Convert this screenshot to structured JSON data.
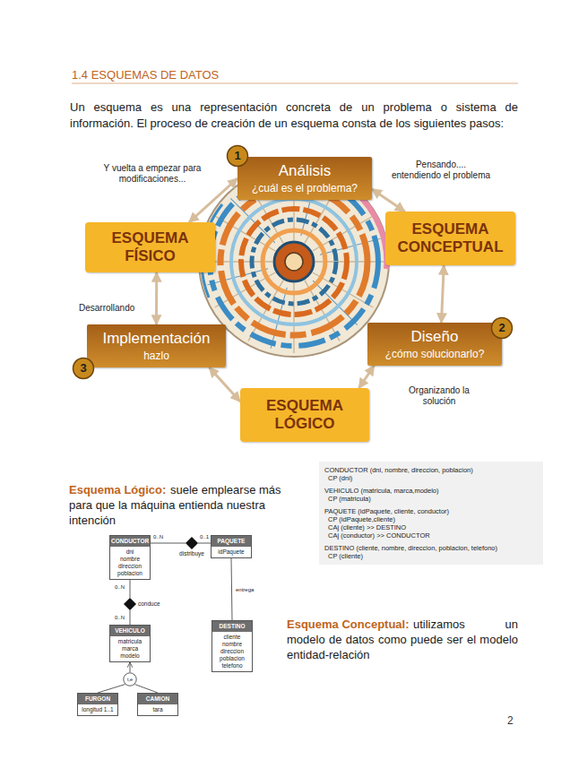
{
  "diagram": {
    "title": "1.4 ESQUEMAS DE DATOS",
    "nodes": [
      {
        "text": [
          "Análisis",
          "¿cuál es el problema?"
        ]
      },
      {
        "text": [
          "1"
        ]
      },
      {
        "text": [
          "ESQUEMA CONCEPTUAL"
        ]
      },
      {
        "text": [
          "ESQUEMA FÍSICO"
        ]
      },
      {
        "text": [
          "Implementación",
          "hazlo"
        ]
      },
      {
        "text": [
          "3"
        ]
      },
      {
        "text": [
          "Diseño",
          "¿cómo solucionarlo?"
        ]
      },
      {
        "text": [
          "2"
        ]
      },
      {
        "text": [
          "ESQUEMA LÓGICO"
        ]
      },
      {
        "text": [
          "CONDUCTOR (dni, nombre, direccion, poblacion)",
          "CP (dni)",
          "VEHICULO (matricula, marca,modelo)",
          "CP (matricula)",
          "PAQUETE (idPaquete, cliente, conductor)",
          "CP (idPaquete,cliente)",
          "CAj (cliente) >> DESTINO",
          "CAj (conductor) >> CONDUCTOR",
          "DESTINO (cliente, nombre, direccion, poblacion, telefono)",
          "CP (cliente)"
        ]
      },
      {
        "text": [
          "CONDUCTOR",
          "dni nombre direccion poblacion"
        ]
      },
      {
        "text": [
          "distribuye"
        ]
      },
      {
        "text": [
          "PAQUETE",
          "idPaquete"
        ]
      },
      {
        "text": [
          "conduce"
        ]
      },
      {
        "text": [
          "VEHICULO",
          "matricula marca modelo"
        ]
      },
      {
        "text": [
          "DESTINO",
          "cliente nombre direccion poblacion telefono"
        ]
      },
      {
        "text": [
          "t,e"
        ]
      },
      {
        "text": [
          "FURGON",
          "longitud 1..1"
        ]
      },
      {
        "text": [
          "CAMION",
          "tara"
        ]
      }
    ],
    "edges": [
      {
        "from": 0,
        "to": 2,
        "arrow": "both"
      },
      {
        "from": 2,
        "to": 6,
        "arrow": "both"
      },
      {
        "from": 6,
        "to": 8,
        "arrow": "both"
      },
      {
        "from": 8,
        "to": 4,
        "arrow": "both"
      },
      {
        "from": 4,
        "to": 3,
        "arrow": "both"
      },
      {
        "from": 3,
        "to": 0,
        "arrow": "both"
      },
      {
        "from": 10,
        "to": 11,
        "arrow": "none",
        "label": "0..N"
      },
      {
        "from": 11,
        "to": 12,
        "arrow": "none",
        "label": "0..1"
      },
      {
        "from": 10,
        "to": 13,
        "arrow": "none",
        "label": "0..N"
      },
      {
        "from": 13,
        "to": 14,
        "arrow": "none",
        "label": "0..N"
      },
      {
        "from": 12,
        "to": 15,
        "arrow": "none",
        "label": "entrega"
      },
      {
        "from": 16,
        "to": 14,
        "arrow": "to"
      },
      {
        "from": 17,
        "to": 16,
        "arrow": "none"
      },
      {
        "from": 18,
        "to": 16,
        "arrow": "none"
      }
    ],
    "labels": [
      "Un esquema es una representación concreta de un problema o sistema de información. El proceso de creación de un esquema consta de los siguientes pasos:",
      "Y vuelta a empezar para modificaciones...",
      "Pensando.... entendiendo el problema",
      "Desarrollando",
      "Organizando la solución",
      "Esquema Lógico:",
      "suele emplearse más para que la máquina entienda nuestra intención",
      "Esquema Conceptual:",
      "utilizamos un modelo de datos como puede ser el modelo entidad-relación",
      "2"
    ]
  }
}
